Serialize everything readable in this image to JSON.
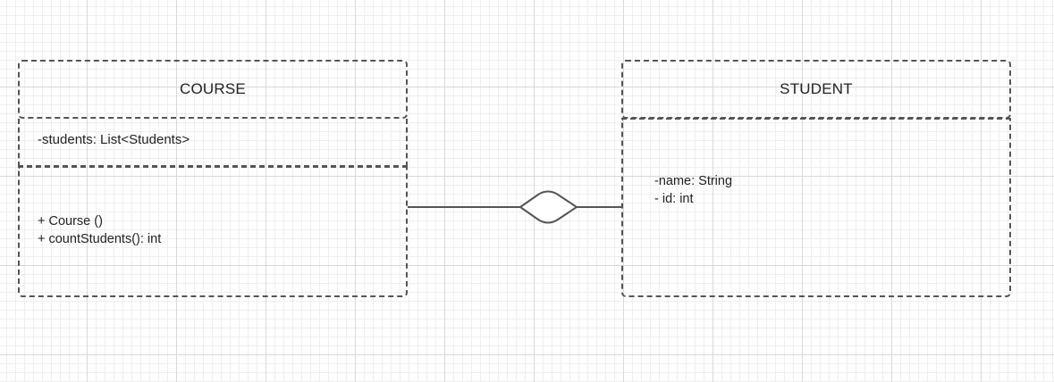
{
  "diagram": {
    "classes": {
      "course": {
        "name": "COURSE",
        "attributes": [
          "-students: List<Students>"
        ],
        "operations": [
          "+ Course ()",
          "+ countStudents(): int"
        ]
      },
      "student": {
        "name": "STUDENT",
        "attributes": [
          "-name: String",
          "- id: int"
        ]
      }
    },
    "relationship": {
      "type": "aggregation",
      "whole": "course",
      "part": "student"
    },
    "colors": {
      "border": "#555555",
      "text": "#222222",
      "grid_major": "#d9d9d9",
      "grid_minor": "#efefef"
    }
  }
}
